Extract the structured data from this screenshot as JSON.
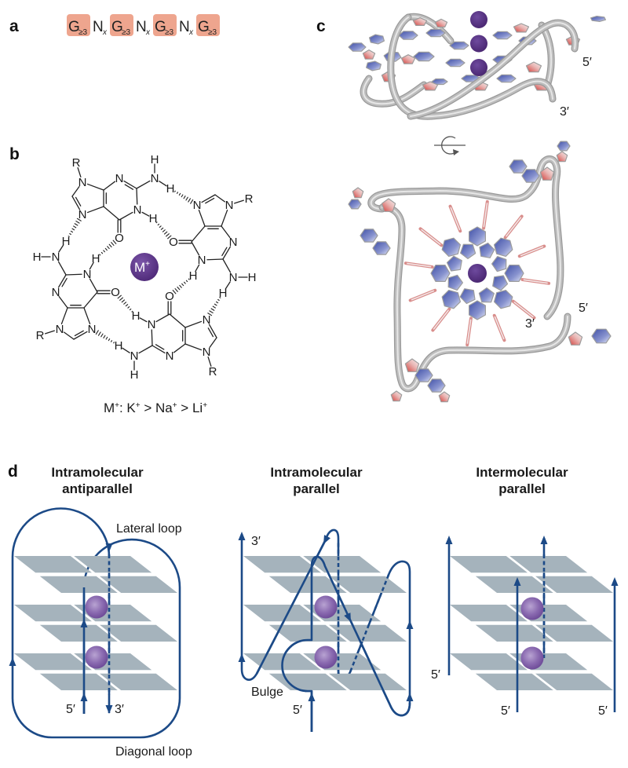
{
  "figure": {
    "panel_a": {
      "label": "a",
      "motif": [
        {
          "base": "G",
          "subscript": "≥3",
          "boxed": true
        },
        {
          "base": "N",
          "subscript": "x",
          "boxed": false
        },
        {
          "base": "G",
          "subscript": "≥3",
          "boxed": true
        },
        {
          "base": "N",
          "subscript": "x",
          "boxed": false
        },
        {
          "base": "G",
          "subscript": "≥3",
          "boxed": true
        },
        {
          "base": "N",
          "subscript": "x",
          "boxed": false
        },
        {
          "base": "G",
          "subscript": "≥3",
          "boxed": true
        }
      ]
    },
    "panel_b": {
      "label": "b",
      "atom_labels": {
        "R": "R",
        "N": "N",
        "O": "O",
        "H": "H"
      },
      "ion": {
        "symbol": "M",
        "charge": "+"
      },
      "caption": [
        {
          "text": "M",
          "sup": "+"
        },
        {
          "text": ": K",
          "sup": "+"
        },
        {
          "text": " > Na",
          "sup": "+"
        },
        {
          "text": " > Li",
          "sup": "+"
        }
      ]
    },
    "panel_c": {
      "label": "c",
      "side_view": {
        "end_5": "5′",
        "end_3": "3′",
        "ions": 3
      },
      "top_view": {
        "end_5": "5′",
        "end_3": "3′",
        "ions": 1
      },
      "rotation_symbol": "rotate-about-horizontal-axis-icon"
    },
    "panel_d": {
      "label": "d",
      "topologies": [
        {
          "title_line1": "Intramolecular",
          "title_line2": "antiparallel",
          "lateral_loop": "Lateral loop",
          "diagonal_loop": "Diagonal loop",
          "end_5": "5′",
          "end_3": "3′",
          "tetrads": 3,
          "ions": 2
        },
        {
          "title_line1": "Intramolecular",
          "title_line2": "parallel",
          "bulge": "Bulge",
          "end_5": "5′",
          "end_3": "3′",
          "tetrads": 3,
          "ions": 2
        },
        {
          "title_line1": "Intermolecular",
          "title_line2": "parallel",
          "end_5_labels": [
            "5′",
            "5′",
            "5′"
          ],
          "tetrads": 3,
          "ions": 2
        }
      ]
    }
  },
  "colors": {
    "motif_box": "#EEA58E",
    "strand": "#1C4A87",
    "tetrad_plate": "#A5B3BC",
    "ion_light": "#A88FC6",
    "ion_dark": "#5A3388",
    "backbone": "#BDBDBD",
    "base": "#4A5AAE",
    "sugar_oxygen": "#D8403C"
  }
}
